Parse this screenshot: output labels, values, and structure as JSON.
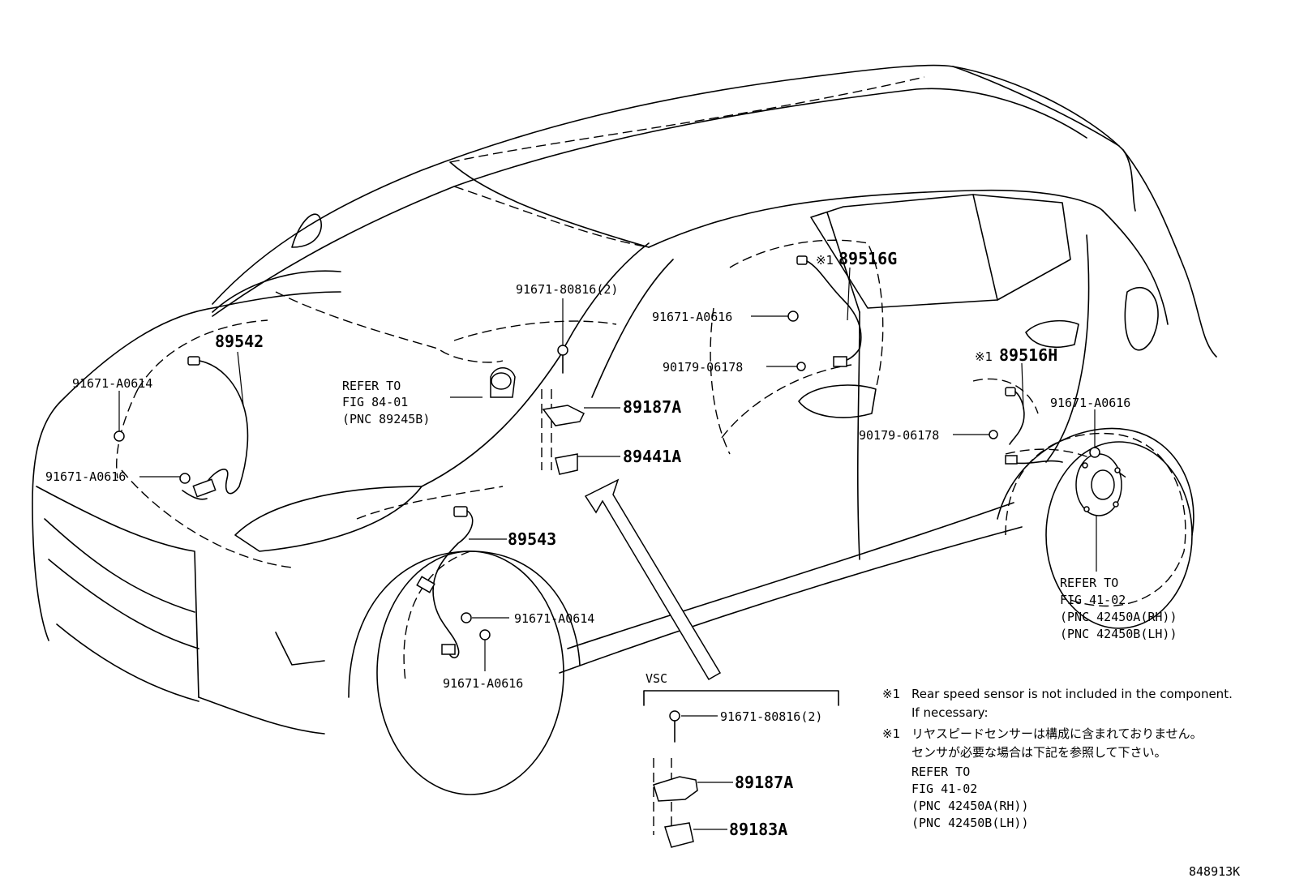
{
  "callouts": {
    "p89542": "89542",
    "p89543": "89543",
    "p89516G": "89516G",
    "p89516H": "89516H",
    "p89187A": "89187A",
    "p89441A": "89441A",
    "p91671_80816": "91671-80816(2)",
    "p91671_A0616_mid": "91671-A0616",
    "p90179_06178_mid": "90179-06178",
    "p91671_A0614_left": "91671-A0614",
    "p91671_A0616_left": "91671-A0616",
    "p91671_A0614_front": "91671-A0614",
    "p91671_A0616_front": "91671-A0616",
    "p90179_06178_rear": "90179-06178",
    "p91671_A0616_rear": "91671-A0616",
    "mark_89516G": "※1",
    "mark_89516H": "※1"
  },
  "refer_fig84": {
    "line1": "REFER TO",
    "line2": "FIG 84-01",
    "line3": "(PNC 89245B)"
  },
  "refer_fig41": {
    "line1": "REFER TO",
    "line2": "FIG 41-02",
    "line3": "(PNC 42450A(RH))",
    "line4": "(PNC 42450B(LH))"
  },
  "vsc_box": {
    "title": "VSC",
    "bolt": "91671-80816(2)",
    "bracket": "89187A",
    "sensor": "89183A"
  },
  "notes": {
    "mark": "※1",
    "en_line1": "Rear speed sensor is not included in the component.",
    "en_line2": "If necessary:",
    "ja_line1": "リヤスピードセンサーは構成に含まれておりません。",
    "ja_line2": "センサが必要な場合は下記を参照して下さい。",
    "ref_line1": "REFER TO",
    "ref_line2": "FIG 41-02",
    "ref_line3": "(PNC 42450A(RH))",
    "ref_line4": "(PNC 42450B(LH))"
  },
  "figure_id": "848913K"
}
